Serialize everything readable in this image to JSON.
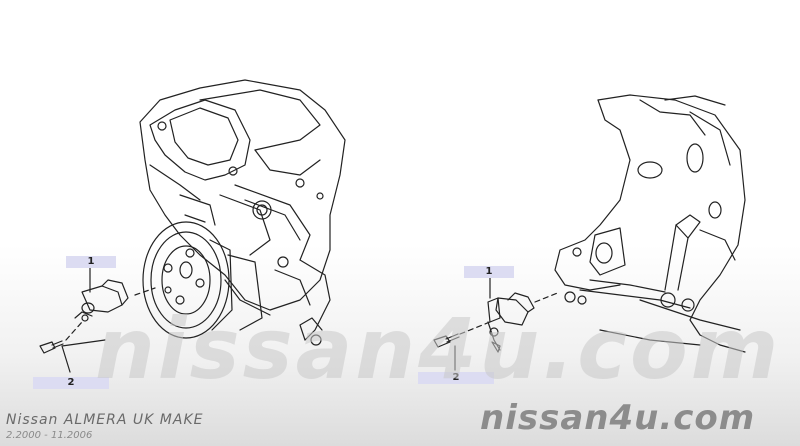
{
  "watermark": "nissan4u.com",
  "footer": {
    "brand": "nissan4u.com",
    "model": "Nissan ALMERA UK MAKE",
    "dates": "2.2000 - 11.2006"
  },
  "callouts": {
    "left_1": "1",
    "left_2": "2",
    "right_1": "1",
    "right_2": "2"
  }
}
